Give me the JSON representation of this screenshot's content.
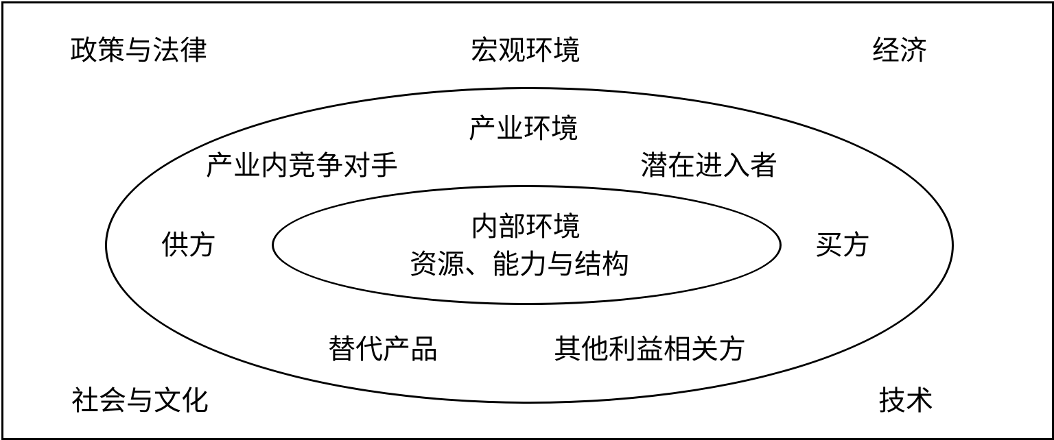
{
  "macro": {
    "title": "宏观环境",
    "top_left": "政策与法律",
    "top_right": "经济",
    "bottom_left": "社会与文化",
    "bottom_right": "技术"
  },
  "industry": {
    "title": "产业环境",
    "competitors": "产业内竞争对手",
    "new_entrants": "潜在进入者",
    "suppliers": "供方",
    "buyers": "买方",
    "substitutes": "替代产品",
    "stakeholders": "其他利益相关方"
  },
  "internal": {
    "title": "内部环境",
    "subtitle": "资源、能力与结构"
  }
}
